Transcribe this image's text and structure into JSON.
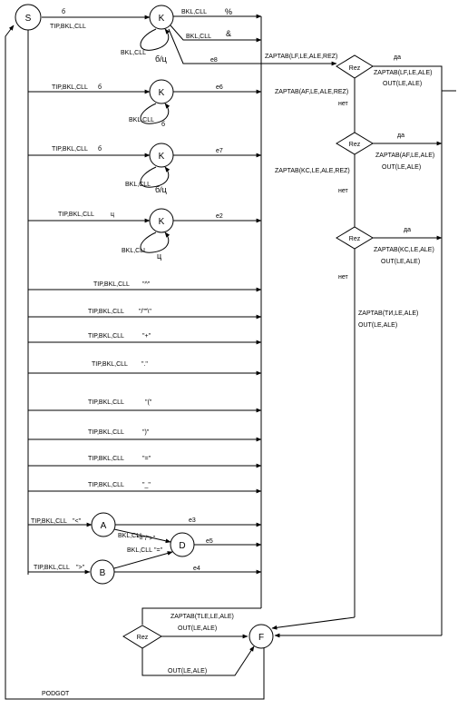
{
  "nodes": {
    "S": "S",
    "K1": "K",
    "K2": "K",
    "K3": "K",
    "K4": "K",
    "A": "A",
    "B": "B",
    "D": "D",
    "F": "F"
  },
  "decisions": {
    "rez1": "Rez",
    "rez2": "Rez",
    "rez3": "Rez",
    "rez_bottom": "Rez"
  },
  "labels": {
    "top_b": "б",
    "top_tip": "TIP,BKL,CLL",
    "k1_bklcll_1": "BKL,CLL",
    "k1_percent": "%",
    "k1_bklcll_2": "BKL,CLL",
    "k1_amp": "&",
    "k1_loop": "BKL,CLL",
    "k1_bc": "б/ц",
    "k1_e8": "e8",
    "zap1": "ZAPTAB(LF,LE,ALE,REZ)",
    "rez1_da": "да",
    "rez1_zap": "ZAPTAB(LF,LE,ALE)",
    "rez1_out": "OUT(LE,ALE)",
    "r2_tip": "TIP,BKL,CLL",
    "r2_b": "б",
    "k2_e6": "e6",
    "k2_loop": "BKL,CLL",
    "k2_b": "б",
    "zap2": "ZAPTAB(AF,LE,ALE,REZ)",
    "rez1_net": "нет",
    "rez2_da": "да",
    "rez2_zap": "ZAPTAB(AF,LE,ALE)",
    "rez2_out": "OUT(LE,ALE)",
    "r3_tip": "TIP,BKL,CLL",
    "r3_b": "б",
    "k3_e7": "e7",
    "k3_loop": "BKL,CLL",
    "k3_bc": "б/ц",
    "zap3": "ZAPTAB(KC,LE,ALE,REZ)",
    "rez2_net": "нет",
    "r4_tip": "TIP,BKL,CLL",
    "r4_c": "ц",
    "k4_e2": "e2",
    "k4_loop": "BKL,CLL",
    "k4_c": "ц",
    "rez3_da": "да",
    "rez3_zap": "ZAPTAB(KC,LE,ALE)",
    "rez3_out": "OUT(LE,ALE)",
    "rez3_net": "нет",
    "zap_ti": "ZAPTAB(TИ,LE,ALE)",
    "out_ti": "OUT(LE,ALE)",
    "r5_tip": "TIP,BKL,CLL",
    "r5_sym": "\"^\"",
    "r6_tip": "TIP,BKL,CLL",
    "r6_sym": "\"/\"\"\\\"",
    "r7_tip": "TIP,BKL,CLL",
    "r7_sym": "\"+\"",
    "r8_tip": "TIP,BKL,CLL",
    "r8_sym": "\".\"",
    "r9_tip": "TIP,BKL,CLL",
    "r9_sym": "\"(\"",
    "r10_tip": "TIP,BKL,CLL",
    "r10_sym": "\")\"",
    "r11_tip": "TIP,BKL,CLL",
    "r11_sym": "\"=\"",
    "r12_tip": "TIP,BKL,CLL",
    "r12_sym": "\"_\"",
    "a_tip": "TIP,BKL,CLL",
    "a_sym": "\"<\"",
    "a_e3": "e3",
    "a_bklcll": "BKL,CLL",
    "a_syms": "\"=\"/\">\"",
    "d_e5": "e5",
    "b_bklcll": "BKL,CLL",
    "b_eq": "\"=\"",
    "b_tip": "TIP,BKL,CLL",
    "b_sym": "\">\"",
    "b_e4": "e4",
    "rezb_zap": "ZAPTAB(TLE,LE,ALE)",
    "rezb_out1": "OUT(LE,ALE)",
    "rezb_out2": "OUT(LE,ALE)",
    "podgot": "PODGOT"
  }
}
